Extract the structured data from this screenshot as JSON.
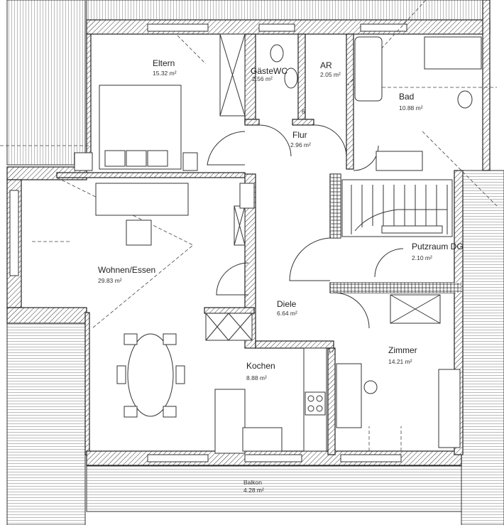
{
  "rooms": {
    "eltern": {
      "name": "Eltern",
      "area": "15.32 m²"
    },
    "gaestewc": {
      "name": "GästeWC",
      "area": "2.56 m²"
    },
    "ar": {
      "name": "AR",
      "area": "2.05 m²"
    },
    "bad": {
      "name": "Bad",
      "area": "10.88 m²"
    },
    "flur": {
      "name": "Flur",
      "area": "2.96 m²"
    },
    "wohnen": {
      "name": "Wohnen/Essen",
      "area": "29.83 m²"
    },
    "putzraum": {
      "name": "Putzraum DG",
      "area": "2.10 m²"
    },
    "diele": {
      "name": "Diele",
      "area": "6.64 m²"
    },
    "zimmer": {
      "name": "Zimmer",
      "area": "14.21 m²"
    },
    "kochen": {
      "name": "Kochen",
      "area": "8.88 m²"
    },
    "balkon": {
      "name": "Balkon",
      "area": "4.28 m²"
    }
  },
  "dimensions": {
    "kitchen_wall": "17",
    "flur_wall": "6"
  }
}
